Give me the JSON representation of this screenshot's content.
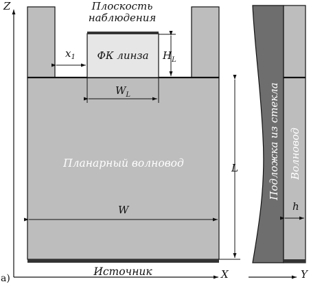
{
  "colors": {
    "background": "#ffffff",
    "waveguide_fill": "#bdbdbd",
    "lens_fill": "#e6e6e6",
    "substrate_fill": "#6e6e6e",
    "dark_strip": "#333333",
    "line": "#111111",
    "label_text": "#ffffff"
  },
  "panel_a_label": "а)",
  "axes": {
    "z": "Z",
    "x": "X",
    "y": "Y"
  },
  "top_label": {
    "line1": "Плоскость",
    "line2": "наблюдения"
  },
  "lens_label": "ФК линза",
  "waveguide_label": "Планарный волновод",
  "source_label": "Источник",
  "substrate_label": "Подложка из стекла",
  "waveguide_side_label": "Волновод",
  "dims": {
    "x1": {
      "base": "x",
      "sub": "1"
    },
    "hl": {
      "base": "H",
      "sub": "L"
    },
    "wl": {
      "base": "W",
      "sub": "L"
    },
    "l": "L",
    "w": "W",
    "h": "h"
  }
}
